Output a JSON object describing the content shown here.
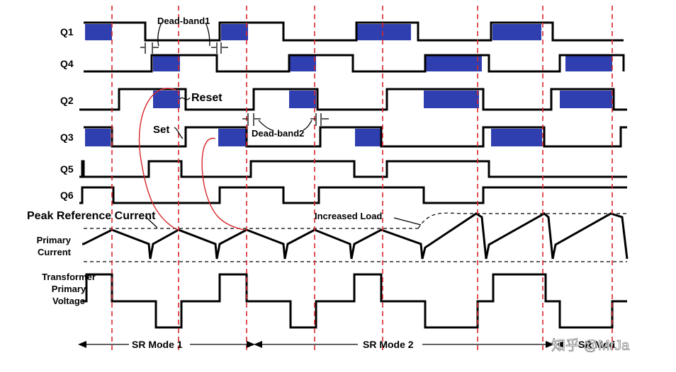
{
  "signals": [
    {
      "id": "q1",
      "label": "Q1"
    },
    {
      "id": "q4",
      "label": "Q4"
    },
    {
      "id": "q2",
      "label": "Q2"
    },
    {
      "id": "q3",
      "label": "Q3"
    },
    {
      "id": "q5",
      "label": "Q5"
    },
    {
      "id": "q6",
      "label": "Q6"
    }
  ],
  "analog_labels": {
    "primary_current": [
      "Primary",
      "Current"
    ],
    "transformer_voltage": [
      "Transformer",
      "Primary",
      "Voltage"
    ]
  },
  "annotations": {
    "dead_band1": "Dead-band1",
    "dead_band2": "Dead-band2",
    "reset": "Reset",
    "set": "Set",
    "peak_reference_current": "Peak Reference Current",
    "increased_load": "Increased Load"
  },
  "modes": {
    "sr_mode1": "SR Mode 1",
    "sr_mode2": "SR Mode 2",
    "sr_mode3": "SR Mod"
  },
  "watermark": "知乎 @MrJa",
  "colors": {
    "shade": "#2f3fb0",
    "marker": "#d7262a",
    "trace": "#000000"
  }
}
